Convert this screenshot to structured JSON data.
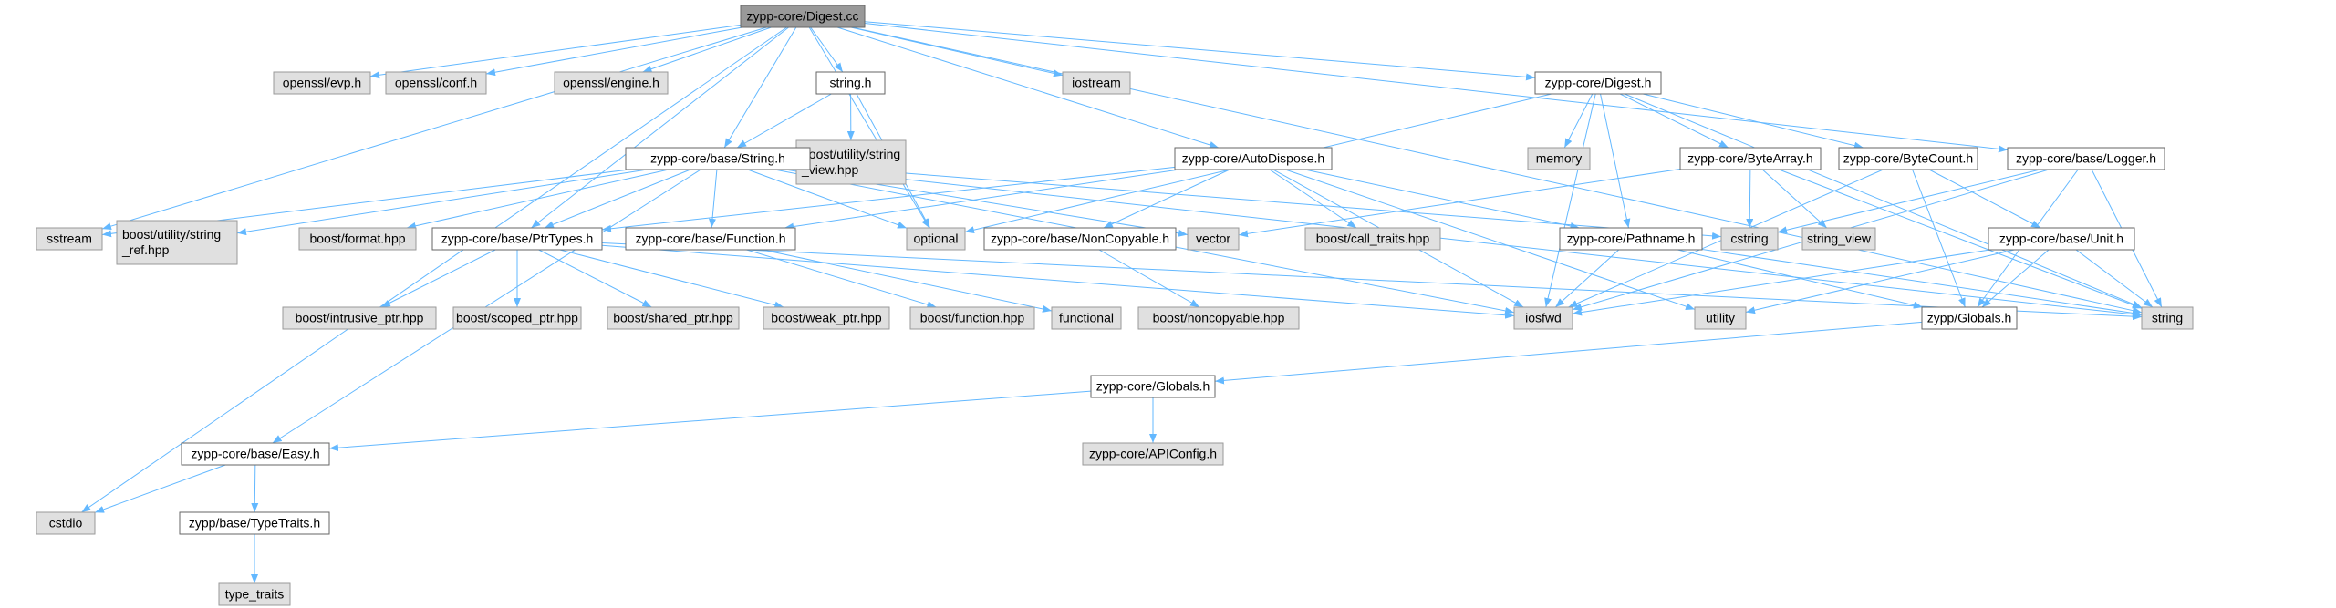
{
  "colors": {
    "edge": "#63b8ff",
    "root_fill": "#999999",
    "local_fill": "#ffffff",
    "system_fill": "#e0e0e0"
  },
  "nodes": [
    {
      "id": "root",
      "lines": [
        "zypp-core/Digest.cc"
      ],
      "kind": "root"
    },
    {
      "id": "openssl_evp",
      "lines": [
        "openssl/evp.h"
      ],
      "kind": "sys"
    },
    {
      "id": "openssl_conf",
      "lines": [
        "openssl/conf.h"
      ],
      "kind": "sys"
    },
    {
      "id": "openssl_engine",
      "lines": [
        "openssl/engine.h"
      ],
      "kind": "sys"
    },
    {
      "id": "string_h",
      "lines": [
        "string.h"
      ],
      "kind": "local"
    },
    {
      "id": "iostream",
      "lines": [
        "iostream"
      ],
      "kind": "sys"
    },
    {
      "id": "digest_h",
      "lines": [
        "zypp-core/Digest.h"
      ],
      "kind": "local"
    },
    {
      "id": "boost_string_view",
      "lines": [
        "boost/utility/string",
        "_view.hpp"
      ],
      "kind": "sys"
    },
    {
      "id": "base_string",
      "lines": [
        "zypp-core/base/String.h"
      ],
      "kind": "local"
    },
    {
      "id": "autodispose",
      "lines": [
        "zypp-core/AutoDispose.h"
      ],
      "kind": "local"
    },
    {
      "id": "memory",
      "lines": [
        "memory"
      ],
      "kind": "sys"
    },
    {
      "id": "bytearray",
      "lines": [
        "zypp-core/ByteArray.h"
      ],
      "kind": "local"
    },
    {
      "id": "bytecount",
      "lines": [
        "zypp-core/ByteCount.h"
      ],
      "kind": "local"
    },
    {
      "id": "logger",
      "lines": [
        "zypp-core/base/Logger.h"
      ],
      "kind": "local"
    },
    {
      "id": "sstream",
      "lines": [
        "sstream"
      ],
      "kind": "sys"
    },
    {
      "id": "boost_string_ref",
      "lines": [
        "boost/utility/string",
        "_ref.hpp"
      ],
      "kind": "sys"
    },
    {
      "id": "boost_format",
      "lines": [
        "boost/format.hpp"
      ],
      "kind": "sys"
    },
    {
      "id": "ptrtypes",
      "lines": [
        "zypp-core/base/PtrTypes.h"
      ],
      "kind": "local"
    },
    {
      "id": "function_h",
      "lines": [
        "zypp-core/base/Function.h"
      ],
      "kind": "local"
    },
    {
      "id": "optional",
      "lines": [
        "optional"
      ],
      "kind": "sys"
    },
    {
      "id": "noncopyable",
      "lines": [
        "zypp-core/base/NonCopyable.h"
      ],
      "kind": "local"
    },
    {
      "id": "vector",
      "lines": [
        "vector"
      ],
      "kind": "sys"
    },
    {
      "id": "boost_call_traits",
      "lines": [
        "boost/call_traits.hpp"
      ],
      "kind": "sys"
    },
    {
      "id": "pathname",
      "lines": [
        "zypp-core/Pathname.h"
      ],
      "kind": "local"
    },
    {
      "id": "cstring",
      "lines": [
        "cstring"
      ],
      "kind": "sys"
    },
    {
      "id": "string_view",
      "lines": [
        "string_view"
      ],
      "kind": "sys"
    },
    {
      "id": "unit",
      "lines": [
        "zypp-core/base/Unit.h"
      ],
      "kind": "local"
    },
    {
      "id": "boost_intrusive",
      "lines": [
        "boost/intrusive_ptr.hpp"
      ],
      "kind": "sys"
    },
    {
      "id": "boost_scoped",
      "lines": [
        "boost/scoped_ptr.hpp"
      ],
      "kind": "sys"
    },
    {
      "id": "boost_shared",
      "lines": [
        "boost/shared_ptr.hpp"
      ],
      "kind": "sys"
    },
    {
      "id": "boost_weak",
      "lines": [
        "boost/weak_ptr.hpp"
      ],
      "kind": "sys"
    },
    {
      "id": "boost_function",
      "lines": [
        "boost/function.hpp"
      ],
      "kind": "sys"
    },
    {
      "id": "functional",
      "lines": [
        "functional"
      ],
      "kind": "sys"
    },
    {
      "id": "boost_noncopyable",
      "lines": [
        "boost/noncopyable.hpp"
      ],
      "kind": "sys"
    },
    {
      "id": "iosfwd",
      "lines": [
        "iosfwd"
      ],
      "kind": "sys"
    },
    {
      "id": "utility",
      "lines": [
        "utility"
      ],
      "kind": "sys"
    },
    {
      "id": "zypp_globals",
      "lines": [
        "zypp/Globals.h"
      ],
      "kind": "local"
    },
    {
      "id": "string",
      "lines": [
        "string"
      ],
      "kind": "sys"
    },
    {
      "id": "core_globals",
      "lines": [
        "zypp-core/Globals.h"
      ],
      "kind": "local"
    },
    {
      "id": "apiconfig",
      "lines": [
        "zypp-core/APIConfig.h"
      ],
      "kind": "sys"
    },
    {
      "id": "easy",
      "lines": [
        "zypp-core/base/Easy.h"
      ],
      "kind": "local"
    },
    {
      "id": "cstdio",
      "lines": [
        "cstdio"
      ],
      "kind": "sys"
    },
    {
      "id": "typetraits_h",
      "lines": [
        "zypp/base/TypeTraits.h"
      ],
      "kind": "local"
    },
    {
      "id": "type_traits",
      "lines": [
        "type_traits"
      ],
      "kind": "sys"
    }
  ],
  "edges": [
    [
      "root",
      "openssl_evp"
    ],
    [
      "root",
      "openssl_conf"
    ],
    [
      "root",
      "openssl_engine"
    ],
    [
      "root",
      "string_h"
    ],
    [
      "root",
      "iostream"
    ],
    [
      "root",
      "digest_h"
    ],
    [
      "root",
      "base_string"
    ],
    [
      "root",
      "autodispose"
    ],
    [
      "root",
      "logger"
    ],
    [
      "root",
      "sstream"
    ],
    [
      "root",
      "ptrtypes"
    ],
    [
      "root",
      "optional"
    ],
    [
      "root",
      "cstdio"
    ],
    [
      "root",
      "string"
    ],
    [
      "string_h",
      "base_string"
    ],
    [
      "string_h",
      "boost_string_view"
    ],
    [
      "string_h",
      "optional"
    ],
    [
      "digest_h",
      "memory"
    ],
    [
      "digest_h",
      "bytearray"
    ],
    [
      "digest_h",
      "bytecount"
    ],
    [
      "digest_h",
      "pathname"
    ],
    [
      "digest_h",
      "iosfwd"
    ],
    [
      "digest_h",
      "optional"
    ],
    [
      "digest_h",
      "string"
    ],
    [
      "base_string",
      "sstream"
    ],
    [
      "base_string",
      "boost_string_ref"
    ],
    [
      "base_string",
      "boost_format"
    ],
    [
      "base_string",
      "ptrtypes"
    ],
    [
      "base_string",
      "function_h"
    ],
    [
      "base_string",
      "optional"
    ],
    [
      "base_string",
      "vector"
    ],
    [
      "base_string",
      "cstring"
    ],
    [
      "base_string",
      "easy"
    ],
    [
      "base_string",
      "iosfwd"
    ],
    [
      "base_string",
      "string"
    ],
    [
      "autodispose",
      "ptrtypes"
    ],
    [
      "autodispose",
      "function_h"
    ],
    [
      "autodispose",
      "noncopyable"
    ],
    [
      "autodispose",
      "boost_call_traits"
    ],
    [
      "autodispose",
      "pathname"
    ],
    [
      "autodispose",
      "iosfwd"
    ],
    [
      "autodispose",
      "utility"
    ],
    [
      "bytearray",
      "vector"
    ],
    [
      "bytearray",
      "cstring"
    ],
    [
      "bytearray",
      "string_view"
    ],
    [
      "bytearray",
      "string"
    ],
    [
      "bytecount",
      "unit"
    ],
    [
      "bytecount",
      "iosfwd"
    ],
    [
      "bytecount",
      "zypp_globals"
    ],
    [
      "logger",
      "cstring"
    ],
    [
      "logger",
      "iosfwd"
    ],
    [
      "logger",
      "zypp_globals"
    ],
    [
      "logger",
      "string"
    ],
    [
      "ptrtypes",
      "boost_intrusive"
    ],
    [
      "ptrtypes",
      "boost_scoped"
    ],
    [
      "ptrtypes",
      "boost_shared"
    ],
    [
      "ptrtypes",
      "boost_weak"
    ],
    [
      "ptrtypes",
      "iosfwd"
    ],
    [
      "ptrtypes",
      "string"
    ],
    [
      "function_h",
      "boost_function"
    ],
    [
      "function_h",
      "functional"
    ],
    [
      "noncopyable",
      "boost_noncopyable"
    ],
    [
      "pathname",
      "iosfwd"
    ],
    [
      "pathname",
      "zypp_globals"
    ],
    [
      "pathname",
      "string"
    ],
    [
      "unit",
      "iosfwd"
    ],
    [
      "unit",
      "utility"
    ],
    [
      "unit",
      "zypp_globals"
    ],
    [
      "unit",
      "string"
    ],
    [
      "zypp_globals",
      "core_globals"
    ],
    [
      "core_globals",
      "apiconfig"
    ],
    [
      "core_globals",
      "easy"
    ],
    [
      "easy",
      "cstdio"
    ],
    [
      "easy",
      "typetraits_h"
    ],
    [
      "typetraits_h",
      "type_traits"
    ]
  ]
}
